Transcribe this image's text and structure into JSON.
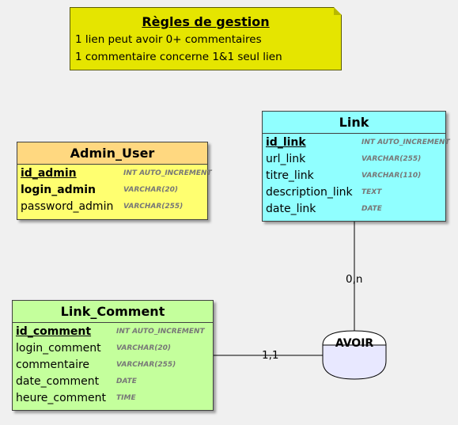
{
  "rules_note": {
    "title": "Règles de gestion",
    "lines": [
      "1 lien peut avoir 0+ commentaires",
      "1 commentaire concerne 1&1 seul lien"
    ]
  },
  "entities": {
    "admin_user": {
      "name": "Admin_User",
      "attributes": [
        {
          "name": "id_admin",
          "type": "INT AUTO_INCREMENT"
        },
        {
          "name": "login_admin",
          "type": "VARCHAR(20)"
        },
        {
          "name": "password_admin",
          "type": "VARCHAR(255)"
        }
      ]
    },
    "link": {
      "name": "Link",
      "attributes": [
        {
          "name": "id_link",
          "type": "INT AUTO_INCREMENT"
        },
        {
          "name": "url_link",
          "type": "VARCHAR(255)"
        },
        {
          "name": "titre_link",
          "type": "VARCHAR(110)"
        },
        {
          "name": "description_link",
          "type": "TEXT"
        },
        {
          "name": "date_link",
          "type": "DATE"
        }
      ]
    },
    "link_comment": {
      "name": "Link_Comment",
      "attributes": [
        {
          "name": "id_comment",
          "type": "INT AUTO_INCREMENT"
        },
        {
          "name": "login_comment",
          "type": "VARCHAR(20)"
        },
        {
          "name": "commentaire",
          "type": "VARCHAR(255)"
        },
        {
          "name": "date_comment",
          "type": "DATE"
        },
        {
          "name": "heure_comment",
          "type": "TIME"
        }
      ]
    }
  },
  "relationship": {
    "name": "AVOIR",
    "cardinality_link": "0,n",
    "cardinality_comment": "1,1"
  },
  "colors": {
    "note": "#e5e500",
    "admin_header": "#ffd880",
    "admin_body": "#ffff70",
    "link": "#90ffff",
    "comment": "#c4ff9c",
    "relationship_top": "#ffffff",
    "relationship_bottom": "#e8e8ff"
  }
}
